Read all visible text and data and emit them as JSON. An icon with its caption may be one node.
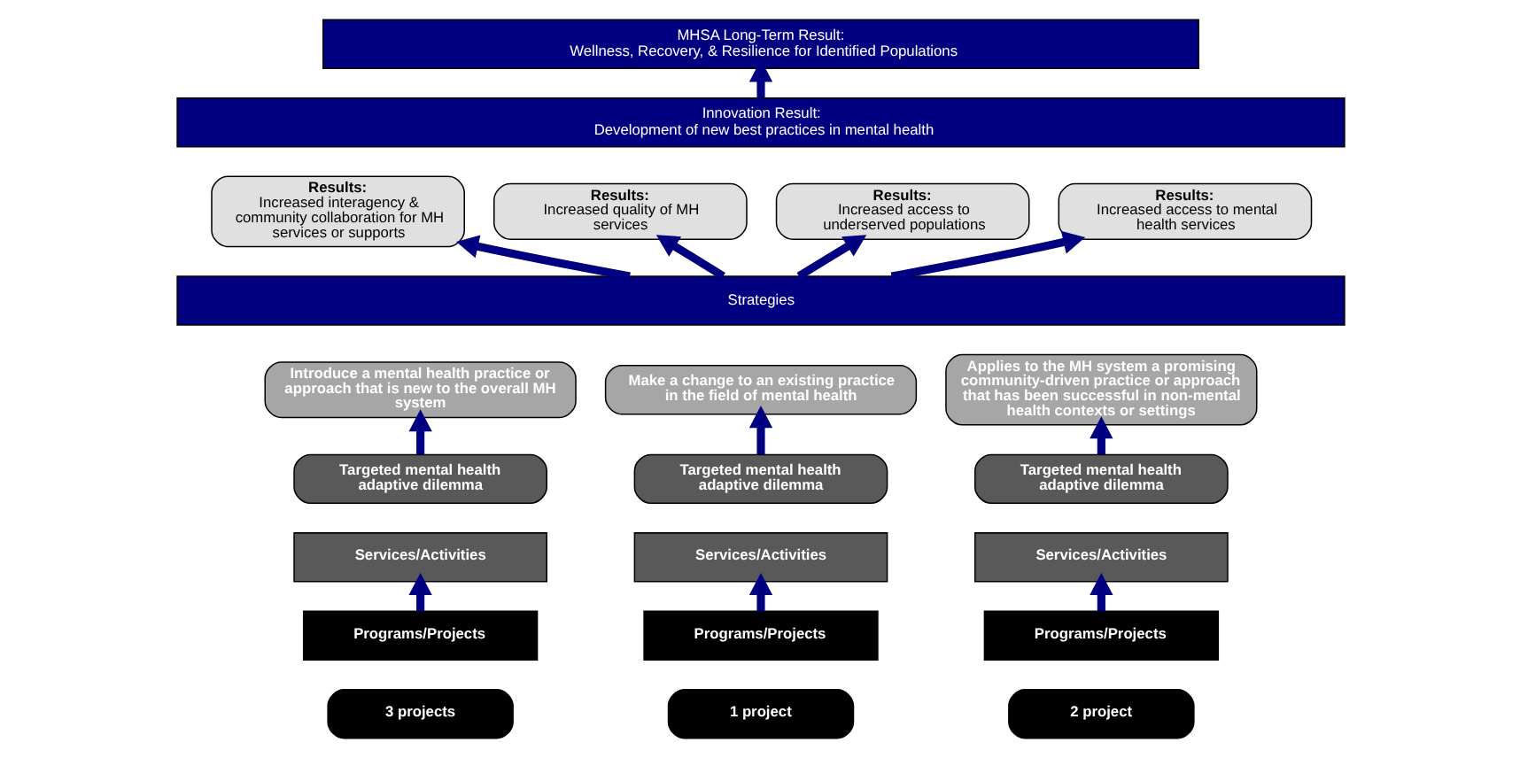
{
  "diagram": {
    "nodes": [
      {
        "text": [
          "MHSA Long-Term Result:",
          "Wellness, Recovery, & Resilience for Identified Populations"
        ]
      },
      {
        "text": [
          "Innovation Result:",
          "Development of new best practices in mental health"
        ]
      },
      {
        "text": [
          "Results:",
          "Increased interagency & community collaboration for MH services or supports"
        ]
      },
      {
        "text": [
          "Results:",
          "Increased quality of MH services"
        ]
      },
      {
        "text": [
          "Results:",
          "Increased access to underserved populations"
        ]
      },
      {
        "text": [
          "Results:",
          "Increased access to mental health services"
        ]
      },
      {
        "text": [
          "Strategies"
        ]
      },
      {
        "text": [
          "Introduce a mental health practice or approach that is new to the overall MH system"
        ]
      },
      {
        "text": [
          "Make a change to an existing practice in the field of mental health"
        ]
      },
      {
        "text": [
          "Applies to the MH system a promising community-driven practice or approach that has been successful in non-mental health contexts or settings"
        ]
      },
      {
        "text": [
          "Targeted mental health adaptive dilemma"
        ]
      },
      {
        "text": [
          "Targeted mental health adaptive dilemma"
        ]
      },
      {
        "text": [
          "Targeted mental health adaptive dilemma"
        ]
      },
      {
        "text": [
          "Services/Activities"
        ]
      },
      {
        "text": [
          "Services/Activities"
        ]
      },
      {
        "text": [
          "Services/Activities"
        ]
      },
      {
        "text": [
          "Programs/Projects"
        ]
      },
      {
        "text": [
          "Programs/Projects"
        ]
      },
      {
        "text": [
          "Programs/Projects"
        ]
      },
      {
        "text": [
          "3 projects"
        ]
      },
      {
        "text": [
          "1 project"
        ]
      },
      {
        "text": [
          "2 project"
        ]
      }
    ],
    "edges": [
      {
        "from": 1,
        "to": 0,
        "arrow": "to"
      },
      {
        "from": 6,
        "to": 2,
        "arrow": "to"
      },
      {
        "from": 6,
        "to": 3,
        "arrow": "to"
      },
      {
        "from": 6,
        "to": 4,
        "arrow": "to"
      },
      {
        "from": 6,
        "to": 5,
        "arrow": "to"
      },
      {
        "from": 10,
        "to": 7,
        "arrow": "to"
      },
      {
        "from": 11,
        "to": 8,
        "arrow": "to"
      },
      {
        "from": 12,
        "to": 9,
        "arrow": "to"
      },
      {
        "from": 16,
        "to": 13,
        "arrow": "to"
      },
      {
        "from": 17,
        "to": 14,
        "arrow": "to"
      },
      {
        "from": 18,
        "to": 15,
        "arrow": "to"
      }
    ]
  }
}
